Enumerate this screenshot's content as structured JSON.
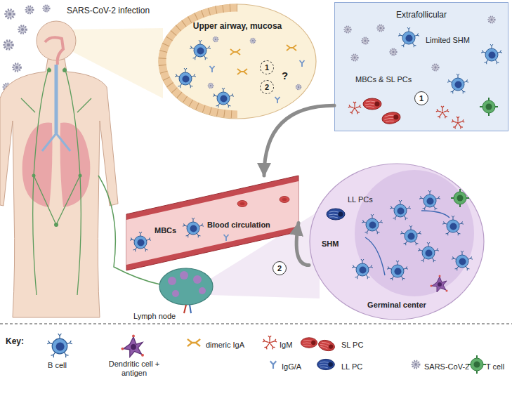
{
  "diagram": {
    "nodes": [
      {
        "text": [
          "Upper airway, mucosa"
        ]
      },
      {
        "text": [
          "Extrafollicular",
          "Limited SHM",
          "MBCs & SL PCs"
        ]
      },
      {
        "text": [
          "MBCs",
          "Blood circulation"
        ]
      },
      {
        "text": [
          "Germinal center",
          "LL PCs",
          "SHM"
        ]
      }
    ],
    "edges": [
      {
        "from": 1,
        "to": 2,
        "arrow": "to"
      },
      {
        "from": 3,
        "to": 2,
        "arrow": "to"
      }
    ],
    "labels": [
      "SARS-CoV-2 infection",
      "1",
      "2",
      "?",
      "1",
      "2",
      "Lymph node",
      "Key:"
    ],
    "legend": [
      {
        "text": "B cell"
      },
      {
        "text": "Dendritic cell + antigen"
      },
      {
        "text": "dimeric IgA"
      },
      {
        "text": "IgM"
      },
      {
        "text": "SL PC"
      },
      {
        "text": "IgG/A"
      },
      {
        "text": "LL PC"
      },
      {
        "text": "SARS-CoV-2"
      },
      {
        "text": "T cell"
      }
    ]
  }
}
